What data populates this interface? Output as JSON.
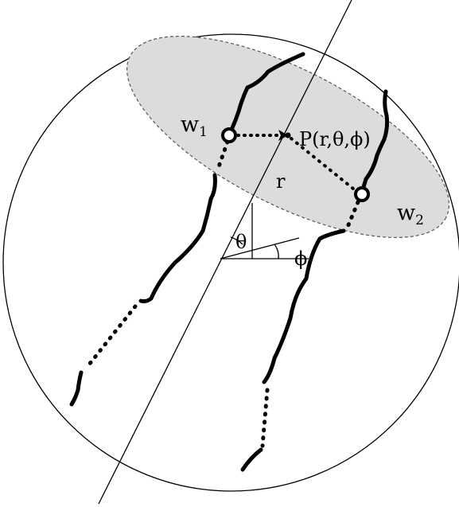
{
  "labels": {
    "w1_main": "w",
    "w1_sub": "1",
    "w2_main": "w",
    "w2_sub": "2",
    "point": "P(r,θ,ϕ)",
    "r": "r",
    "theta": "θ",
    "phi": "ϕ"
  },
  "colors": {
    "ellipse_fill": "#dcdcdc",
    "stroke": "#000000",
    "background": "#ffffff"
  }
}
